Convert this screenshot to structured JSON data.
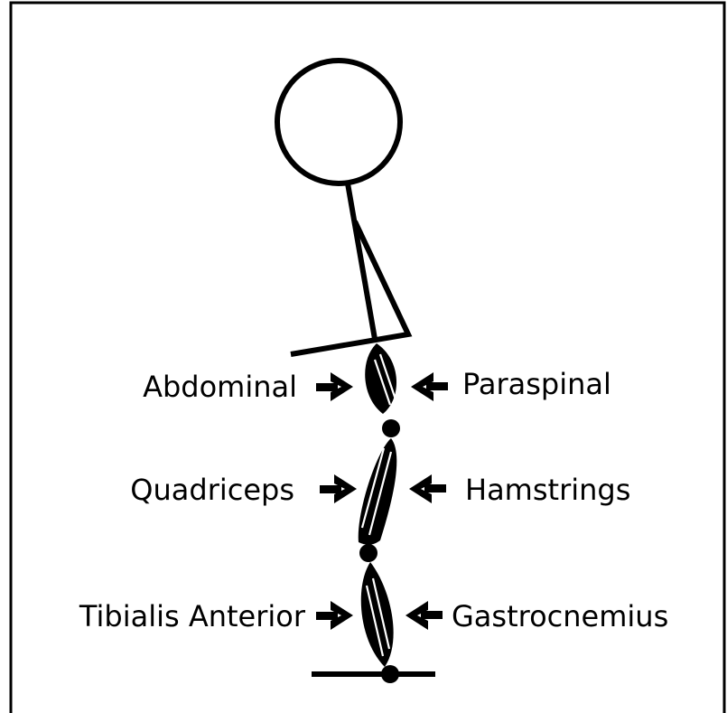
{
  "diagram": {
    "segments": [
      {
        "id": "trunk",
        "front_label": "Abdominal",
        "back_label": "Paraspinal"
      },
      {
        "id": "thigh",
        "front_label": "Quadriceps",
        "back_label": "Hamstrings"
      },
      {
        "id": "shank",
        "front_label": "Tibialis Anterior",
        "back_label": "Gastrocnemius"
      }
    ],
    "colors": {
      "ink": "#000000",
      "background": "#ffffff"
    }
  }
}
